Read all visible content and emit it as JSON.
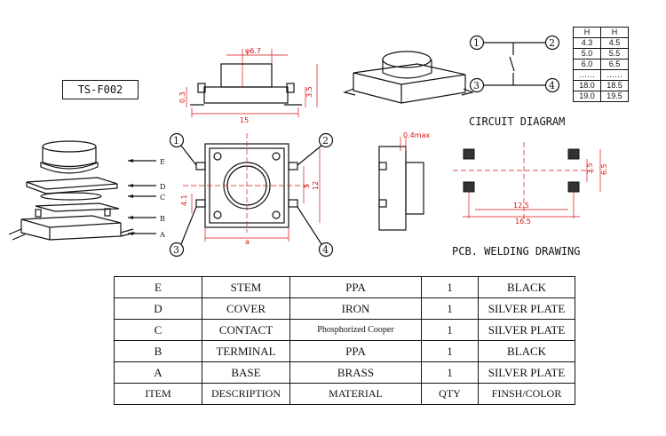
{
  "model": "TS-F002",
  "headings": {
    "circuit": "CIRCUIT DIAGRAM",
    "pcb": "PCB. WELDING DRAWING"
  },
  "h_table": {
    "headers": [
      "H",
      "H"
    ],
    "rows": [
      [
        "4.3",
        "4.5"
      ],
      [
        "5.0",
        "5.5"
      ],
      [
        "6.0",
        "6.5"
      ],
      [
        "……",
        "……"
      ],
      [
        "18.0",
        "18.5"
      ],
      [
        "19.0",
        "19.5"
      ]
    ]
  },
  "dimensions": {
    "top_cap": "φ6.7",
    "height": "3.5",
    "thickness": "0.3",
    "width": "15",
    "inner": "5",
    "outer": "12",
    "pin": "4.1",
    "base": "a",
    "side_max": "0.4max",
    "pcb_v1": "3.5",
    "pcb_v2": "6.5",
    "pcb_h1": "12.5",
    "pcb_h2": "16.5"
  },
  "part_letters": [
    "E",
    "D",
    "C",
    "B",
    "A"
  ],
  "pin_numbers": [
    "1",
    "2",
    "3",
    "4"
  ],
  "bom": {
    "rows": [
      [
        "E",
        "STEM",
        "PPA",
        "1",
        "BLACK"
      ],
      [
        "D",
        "COVER",
        "IRON",
        "1",
        "SILVER PLATE"
      ],
      [
        "C",
        "CONTACT",
        "Phosphorized Cooper",
        "1",
        "SILVER PLATE"
      ],
      [
        "B",
        "TERMINAL",
        "PPA",
        "1",
        "BLACK"
      ],
      [
        "A",
        "BASE",
        "BRASS",
        "1",
        "SILVER PLATE"
      ]
    ],
    "header": [
      "ITEM",
      "DESCRIPTION",
      "MATERIAL",
      "QTY",
      "FINSH/COLOR"
    ]
  }
}
